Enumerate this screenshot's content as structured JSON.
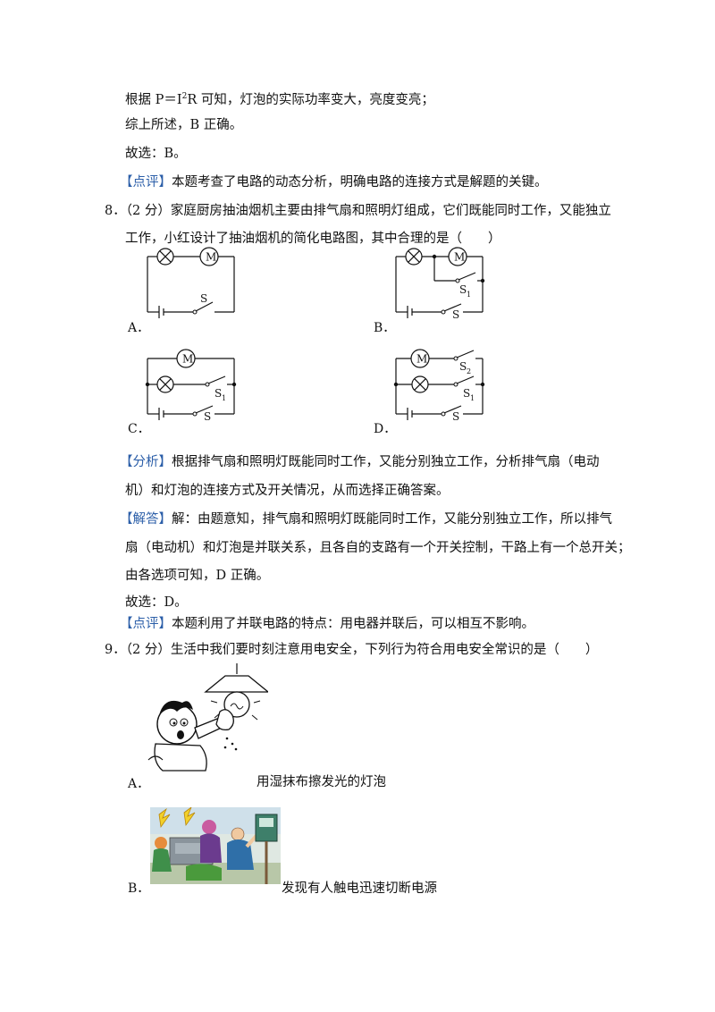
{
  "prev": {
    "line1_pre": "根据 P＝I",
    "line1_sup": "2",
    "line1_post": "R 可知，灯泡的实际功率变大，亮度变亮；",
    "line2": "综上所述，B 正确。",
    "line3": "故选：B。",
    "comment_tag": "【点评】",
    "comment": "本题考查了电路的动态分析，明确电路的连接方式是解题的关键。"
  },
  "q8": {
    "number": "8．",
    "score": "（2 分）",
    "stem1": "家庭厨房抽油烟机主要由排气扇和照明灯组成，它们既能同时工作，又能独立",
    "stem2": "工作，小红设计了抽油烟机的简化电路图，其中合理的是（　　）",
    "options": [
      "A．",
      "B．",
      "C．",
      "D．"
    ],
    "symbols": {
      "motor": "M",
      "switch": "S",
      "s_sub1": "1",
      "s_sub2": "2"
    },
    "analysis_tag": "【分析】",
    "analysis1": "根据排气扇和照明灯既能同时工作，又能分别独立工作，分析排气扇（电动",
    "analysis2": "机）和灯泡的连接方式及开关情况，从而选择正确答案。",
    "solution_tag": "【解答】",
    "solution1": "解：由题意知，排气扇和照明灯既能同时工作，又能分别独立工作，所以排气",
    "solution2": "扇（电动机）和灯泡是并联关系，且各自的支路有一个开关控制，干路上有一个总开关；",
    "solution3": "由各选项可知，D 正确。",
    "answer": "故选：D。",
    "comment_tag": "【点评】",
    "comment": "本题利用了并联电路的特点：用电器并联后，可以相互不影响。"
  },
  "q9": {
    "number": "9．",
    "score": "（2 分）",
    "stem": "生活中我们要时刻注意用电安全，下列行为符合用电安全常识的是（　　）",
    "optA_label": "A．",
    "optA_text": "用湿抹布擦发光的灯泡",
    "optB_label": "B．",
    "optB_text": "发现有人触电迅速切断电源"
  }
}
